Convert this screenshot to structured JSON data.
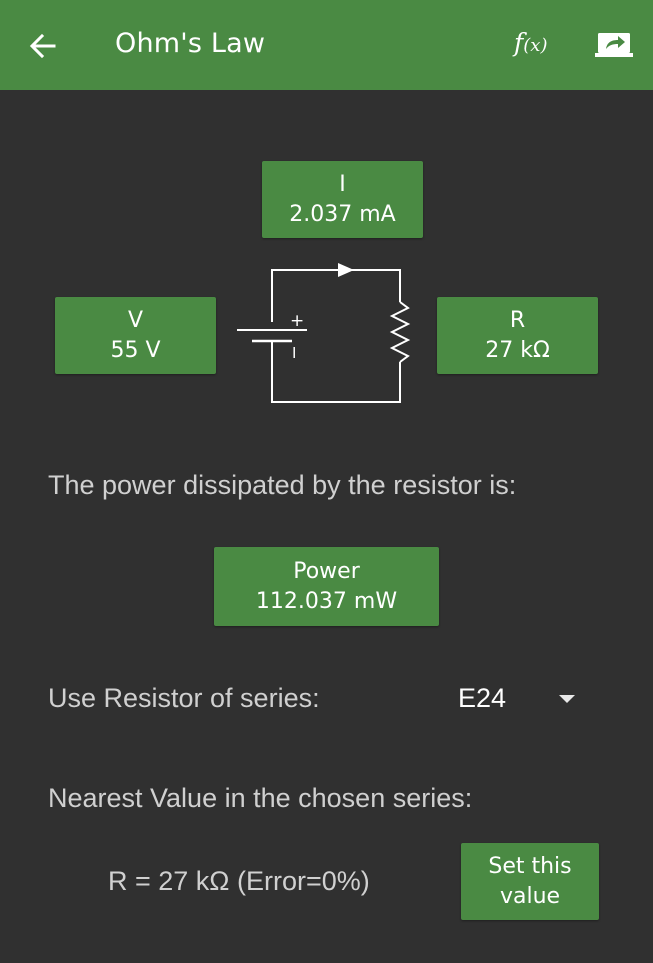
{
  "toolbar": {
    "title": "Ohm's Law",
    "back_icon": "arrow-left-icon",
    "formula_icon": "function-icon",
    "formula_label_f": "f",
    "formula_label_x": "(x)",
    "share_icon": "share-icon"
  },
  "current": {
    "label": "I",
    "value": "2.037 mA"
  },
  "voltage": {
    "label": "V",
    "value": "55 V"
  },
  "resistance": {
    "label": "R",
    "value": "27 kΩ"
  },
  "circuit": {
    "plus": "+",
    "minus": "I"
  },
  "power_text": "The power dissipated by the resistor is:",
  "power": {
    "label": "Power",
    "value": "112.037 mW"
  },
  "series": {
    "label": "Use Resistor of series:",
    "selected": "E24"
  },
  "nearest": {
    "label": "Nearest Value in the chosen series:",
    "result": "R = 27 kΩ  (Error=0%)"
  },
  "set_button": {
    "line1": "Set this",
    "line2": "value"
  },
  "colors": {
    "accent": "#4a8a43",
    "background": "#303030",
    "secondary_text": "#d0d0d0"
  }
}
